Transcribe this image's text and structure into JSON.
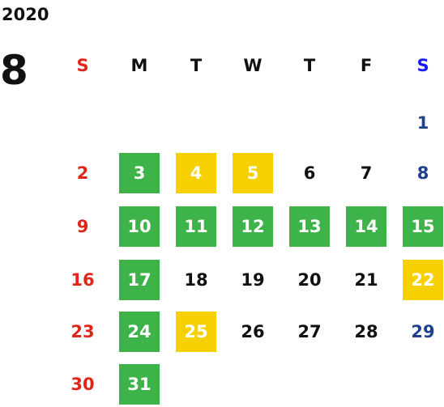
{
  "calendar": {
    "year": "2020",
    "month": "8",
    "weekday_headers": [
      "S",
      "M",
      "T",
      "W",
      "T",
      "F",
      "S"
    ],
    "weeks": [
      [
        null,
        null,
        null,
        null,
        null,
        null,
        {
          "day": "1",
          "highlight": "none"
        }
      ],
      [
        {
          "day": "2",
          "highlight": "none"
        },
        {
          "day": "3",
          "highlight": "green"
        },
        {
          "day": "4",
          "highlight": "yellow"
        },
        {
          "day": "5",
          "highlight": "yellow"
        },
        {
          "day": "6",
          "highlight": "none"
        },
        {
          "day": "7",
          "highlight": "none"
        },
        {
          "day": "8",
          "highlight": "none"
        }
      ],
      [
        {
          "day": "9",
          "highlight": "none"
        },
        {
          "day": "10",
          "highlight": "green"
        },
        {
          "day": "11",
          "highlight": "green"
        },
        {
          "day": "12",
          "highlight": "green"
        },
        {
          "day": "13",
          "highlight": "green"
        },
        {
          "day": "14",
          "highlight": "green"
        },
        {
          "day": "15",
          "highlight": "green"
        }
      ],
      [
        {
          "day": "16",
          "highlight": "none"
        },
        {
          "day": "17",
          "highlight": "green"
        },
        {
          "day": "18",
          "highlight": "none"
        },
        {
          "day": "19",
          "highlight": "none"
        },
        {
          "day": "20",
          "highlight": "none"
        },
        {
          "day": "21",
          "highlight": "none"
        },
        {
          "day": "22",
          "highlight": "yellow"
        }
      ],
      [
        {
          "day": "23",
          "highlight": "none"
        },
        {
          "day": "24",
          "highlight": "green"
        },
        {
          "day": "25",
          "highlight": "yellow"
        },
        {
          "day": "26",
          "highlight": "none"
        },
        {
          "day": "27",
          "highlight": "none"
        },
        {
          "day": "28",
          "highlight": "none"
        },
        {
          "day": "29",
          "highlight": "none"
        }
      ],
      [
        {
          "day": "30",
          "highlight": "none"
        },
        {
          "day": "31",
          "highlight": "green"
        },
        null,
        null,
        null,
        null,
        null
      ]
    ]
  },
  "colors": {
    "green": "#3db34a",
    "yellow": "#f7d000",
    "sunday": "#e0261b",
    "saturday_header": "#1a1aff",
    "saturday_day": "#1f3f8f",
    "weekday": "#111111",
    "highlight_text": "#ffffff"
  }
}
